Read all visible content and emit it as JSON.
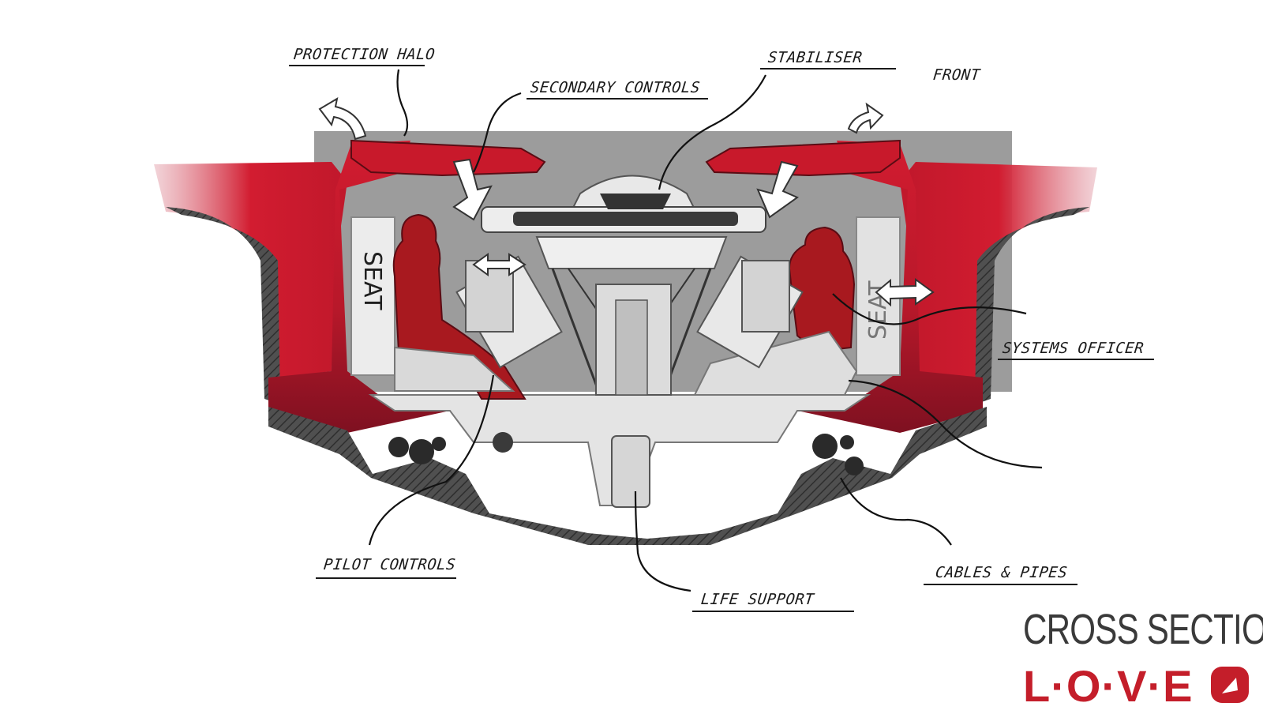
{
  "diagram": {
    "labels": {
      "protection_halo": "PROTECTION HALO",
      "secondary_controls": "SECONDARY CONTROLS",
      "stabiliser": "STABILISER",
      "front": "FRONT",
      "systems_officer": "SYSTEMS OFFICER",
      "pilot_controls": "PILOT CONTROLS",
      "life_support": "LIFE SUPPORT",
      "cables_pipes": "CABLES & PIPES"
    },
    "seat_left": "SEAT",
    "seat_right": "SEAT"
  },
  "branding": {
    "title": "CROSS SECTION",
    "logo_text": "L·O·V·E",
    "accent_color": "#c41e2a"
  },
  "colors": {
    "body_red": "#c8192b",
    "dark_hull": "#4a4a4a",
    "panel_grey": "#9b9b9b",
    "interior_light": "#e6e6e6"
  }
}
